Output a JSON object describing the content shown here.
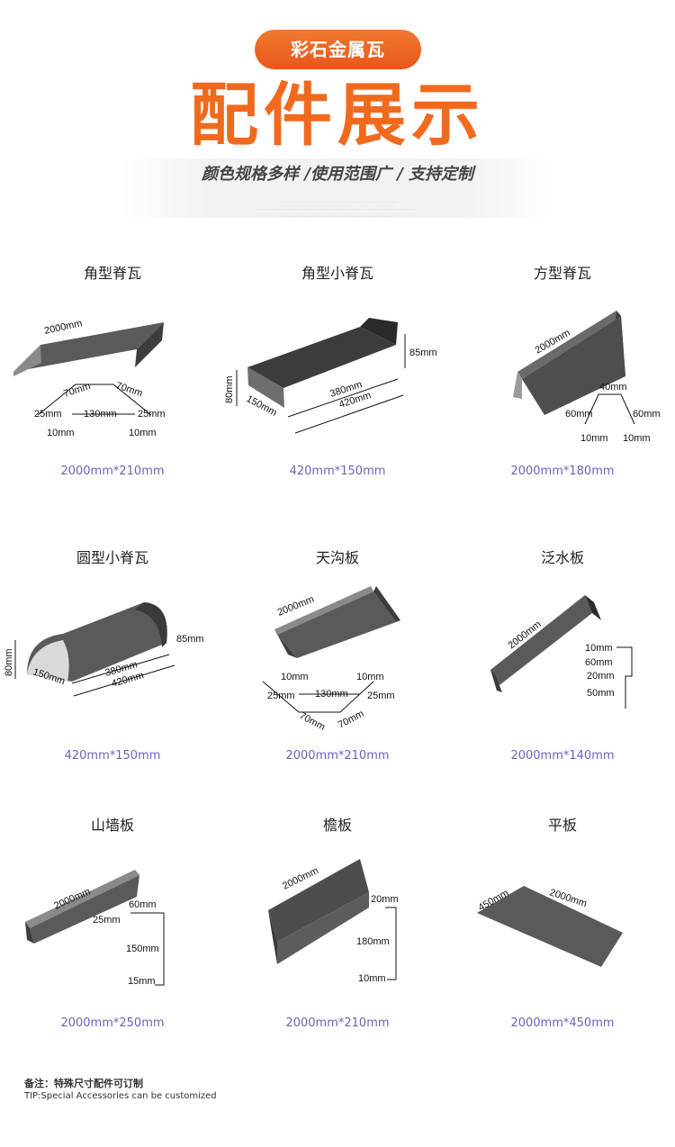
{
  "header": {
    "badge": "彩石金属瓦",
    "title": "配件展示",
    "slogan": "颜色规格多样 /使用范围广 / 支持定制"
  },
  "products": [
    {
      "name": "角型脊瓦",
      "size": "2000mm*210mm",
      "dims": [
        "2000mm",
        "70mm",
        "70mm",
        "25mm",
        "130mm",
        "25mm",
        "10mm",
        "10mm"
      ]
    },
    {
      "name": "角型小脊瓦",
      "size": "420mm*150mm",
      "dims": [
        "85mm",
        "80mm",
        "150mm",
        "380mm",
        "420mm"
      ]
    },
    {
      "name": "方型脊瓦",
      "size": "2000mm*180mm",
      "dims": [
        "2000mm",
        "40mm",
        "60mm",
        "60mm",
        "10mm",
        "10mm"
      ]
    },
    {
      "name": "圆型小脊瓦",
      "size": "420mm*150mm",
      "dims": [
        "85mm",
        "80mm",
        "150mm",
        "380mm",
        "420mm"
      ]
    },
    {
      "name": "天沟板",
      "size": "2000mm*210mm",
      "dims": [
        "2000mm",
        "10mm",
        "10mm",
        "25mm",
        "130mm",
        "25mm",
        "70mm",
        "70mm"
      ]
    },
    {
      "name": "泛水板",
      "size": "2000mm*140mm",
      "dims": [
        "2000mm",
        "10mm",
        "60mm",
        "20mm",
        "50mm"
      ]
    },
    {
      "name": "山墙板",
      "size": "2000mm*250mm",
      "dims": [
        "2000mm",
        "60mm",
        "25mm",
        "150mm",
        "15mm"
      ]
    },
    {
      "name": "檐板",
      "size": "2000mm*210mm",
      "dims": [
        "2000mm",
        "20mm",
        "180mm",
        "10mm"
      ]
    },
    {
      "name": "平板",
      "size": "2000mm*450mm",
      "dims": [
        "450mm",
        "2000mm"
      ]
    }
  ],
  "footer": {
    "note": "备注：特殊尺寸配件可订制",
    "tip": "TIP:Special Accessories can be customized"
  },
  "colors": {
    "accent": "#f06a1e",
    "size_text": "#6a63b8",
    "product_metal": "#5a5a5a"
  }
}
